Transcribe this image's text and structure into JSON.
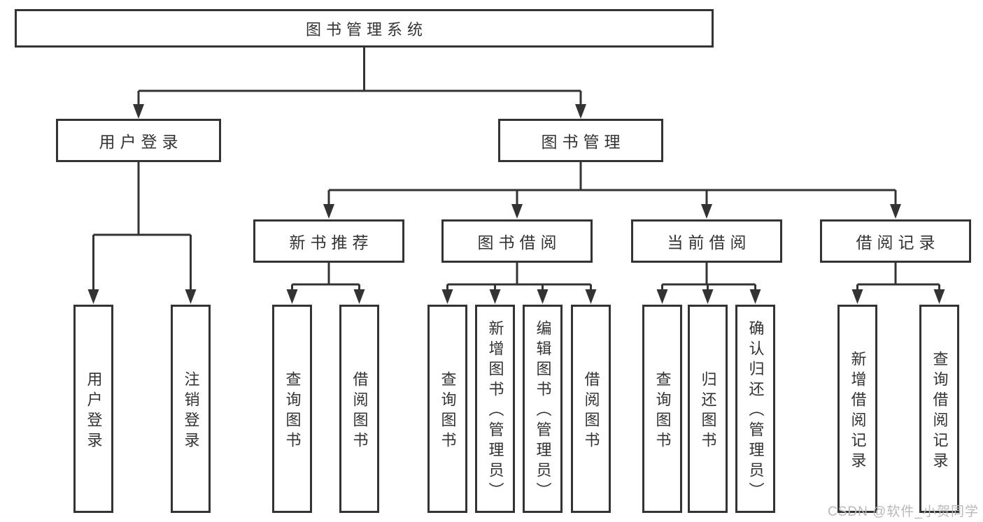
{
  "tree": {
    "root": {
      "label": "图书管理系统"
    },
    "branches": [
      {
        "label": "用户登录",
        "leaves": [
          {
            "label": "用户登录"
          },
          {
            "label": "注销登录"
          }
        ]
      },
      {
        "label": "图书管理",
        "groups": [
          {
            "label": "新书推荐",
            "leaves": [
              {
                "label": "查询图书"
              },
              {
                "label": "借阅图书"
              }
            ]
          },
          {
            "label": "图书借阅",
            "leaves": [
              {
                "label": "查询图书"
              },
              {
                "label": "新增图书（管理员）"
              },
              {
                "label": "编辑图书（管理员）"
              },
              {
                "label": "借阅图书"
              }
            ]
          },
          {
            "label": "当前借阅",
            "leaves": [
              {
                "label": "查询图书"
              },
              {
                "label": "归还图书"
              },
              {
                "label": "确认归还（管理员）"
              }
            ]
          },
          {
            "label": "借阅记录",
            "leaves": [
              {
                "label": "新增借阅记录"
              },
              {
                "label": "查询借阅记录"
              }
            ]
          }
        ]
      }
    ]
  },
  "watermark": {
    "text": "CSDN @软件_小贺同学"
  },
  "colors": {
    "line": "#333333",
    "text": "#333333",
    "background": "#ffffff",
    "watermark": "#b9b9b9"
  }
}
